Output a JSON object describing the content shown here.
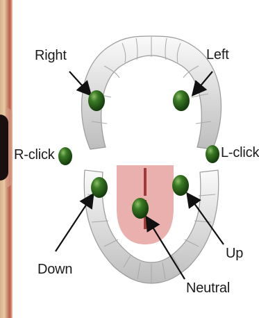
{
  "labels": {
    "right": "Right",
    "left": "Left",
    "r_click": "R-click",
    "l_click": "L-click",
    "down": "Down",
    "up": "Up",
    "neutral": "Neutral"
  },
  "colors": {
    "marker": "#2d5a1c",
    "tongue": "#e7a7a4",
    "tongue_line": "#a23a3a",
    "teeth": "#e6e6e6",
    "arrow": "#111111"
  },
  "icons": {
    "marker": "green-sphere-marker",
    "jaw": "teeth-arch"
  }
}
